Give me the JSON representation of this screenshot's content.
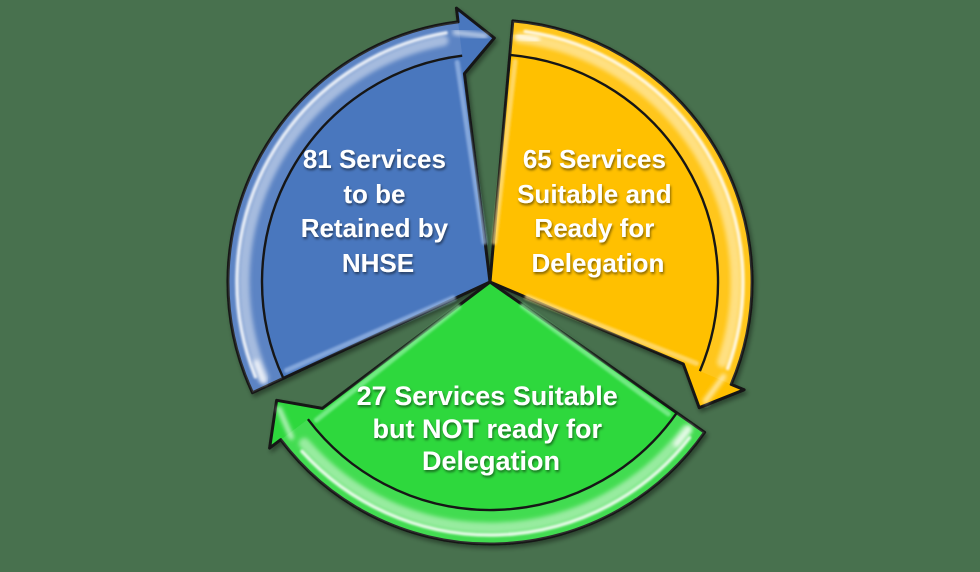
{
  "background_color": "#48714e",
  "outline_color": "#161616",
  "text_color": "#ffffff",
  "diagram": {
    "type": "cycle-pie",
    "direction": "clockwise",
    "segments": [
      {
        "id": "retained",
        "value": 81,
        "label": "81 Services to be Retained by NHSE",
        "lines": [
          "81 Services",
          "to be",
          "Retained by",
          "NHSE"
        ],
        "color": "#4a77be",
        "highlight_color": "#9dbce8",
        "position": "top-left"
      },
      {
        "id": "suitable-ready",
        "value": 65,
        "label": "65 Services Suitable and Ready for Delegation",
        "lines": [
          "65 Services",
          "Suitable and",
          "Ready for",
          "Delegation"
        ],
        "color": "#ffc000",
        "highlight_color": "#ffe08a",
        "position": "top-right"
      },
      {
        "id": "suitable-not-ready",
        "value": 27,
        "label": "27 Services Suitable but NOT ready for Delegation",
        "lines": [
          "27 Services Suitable",
          "but NOT ready for",
          "Delegation"
        ],
        "color": "#2ed83e",
        "highlight_color": "#8ff2a0",
        "position": "bottom"
      }
    ]
  }
}
